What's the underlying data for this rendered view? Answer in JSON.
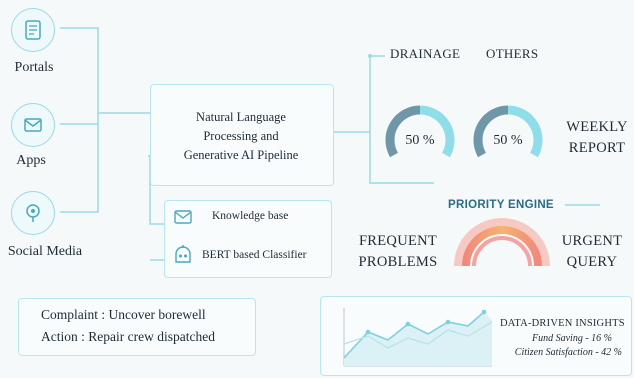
{
  "sources": [
    {
      "label": "Portals",
      "icon": "document-icon"
    },
    {
      "label": "Apps",
      "icon": "envelope-icon"
    },
    {
      "label": "Social Media",
      "icon": "social-media-icon"
    }
  ],
  "pipeline": {
    "line1": "Natural Language",
    "line2": "Processing and",
    "line3": "Generative AI Pipeline"
  },
  "knowledge": {
    "item1": "Knowledge base",
    "item2": "BERT based Classifier"
  },
  "categories": {
    "drainage": "DRAINAGE",
    "others": "OTHERS"
  },
  "gauges": [
    {
      "percent_text": "50 %",
      "value": 50
    },
    {
      "percent_text": "50 %",
      "value": 50
    }
  ],
  "weekly_report": {
    "line1": "WEEKLY",
    "line2": "REPORT"
  },
  "priority_engine": "PRIORITY ENGINE",
  "frequent_problems": {
    "line1": "FREQUENT",
    "line2": "PROBLEMS"
  },
  "urgent_query": {
    "line1": "URGENT",
    "line2": "QUERY"
  },
  "complaint": {
    "line1": "Complaint : Uncover borewell",
    "line2": "Action : Repair crew dispatched"
  },
  "insights": {
    "title": "DATA-DRIVEN INSIGHTS",
    "line1": "Fund Saving - 16 %",
    "line2": "Citizen Satisfaction - 42 %"
  },
  "colors": {
    "accent": "#9ad9e4",
    "gauge_dark": "#6f97a8",
    "gauge_light": "#8fdde8",
    "urgent_red": "#ef6b67",
    "urgent_orange": "#f3a06c"
  }
}
